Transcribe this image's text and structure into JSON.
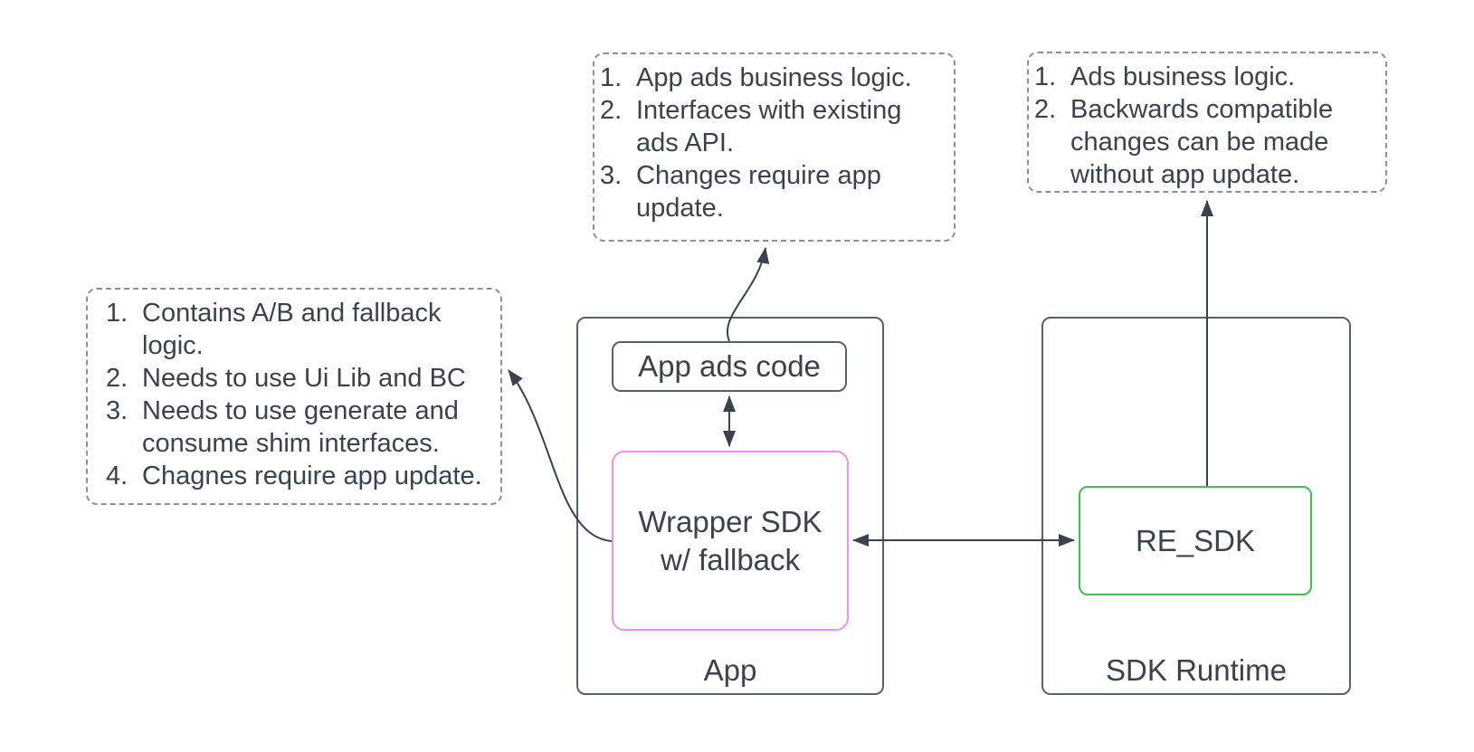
{
  "colors": {
    "text": "#3A424E",
    "stroke": "#3A424E",
    "note_border": "#8B9097",
    "container_border": "#546170",
    "wrapper_border": "#EE90F2",
    "resdk_border": "#3EC24C"
  },
  "notes": {
    "app_ads": {
      "items": [
        {
          "num": "1.",
          "text": "App ads business logic."
        },
        {
          "num": "2.",
          "text": "Interfaces with existing ads API."
        },
        {
          "num": "3.",
          "text": "Changes require app update."
        }
      ]
    },
    "re_sdk": {
      "items": [
        {
          "num": "1.",
          "text": "Ads business logic."
        },
        {
          "num": "2.",
          "text": "Backwards compatible changes can be made without app update."
        }
      ]
    },
    "wrapper": {
      "items": [
        {
          "num": "1.",
          "text": "Contains A/B and fallback logic."
        },
        {
          "num": "2.",
          "text": "Needs to use Ui Lib and BC"
        },
        {
          "num": "3.",
          "text": "Needs to use generate and consume shim interfaces."
        },
        {
          "num": "4.",
          "text": "Chagnes require app update."
        }
      ]
    }
  },
  "containers": {
    "app": {
      "label": "App"
    },
    "sdk_runtime": {
      "label": "SDK Runtime"
    }
  },
  "boxes": {
    "app_ads_code": {
      "label": "App ads code"
    },
    "wrapper_sdk": {
      "label": "Wrapper SDK\nw/ fallback"
    },
    "re_sdk": {
      "label": "RE_SDK"
    }
  }
}
